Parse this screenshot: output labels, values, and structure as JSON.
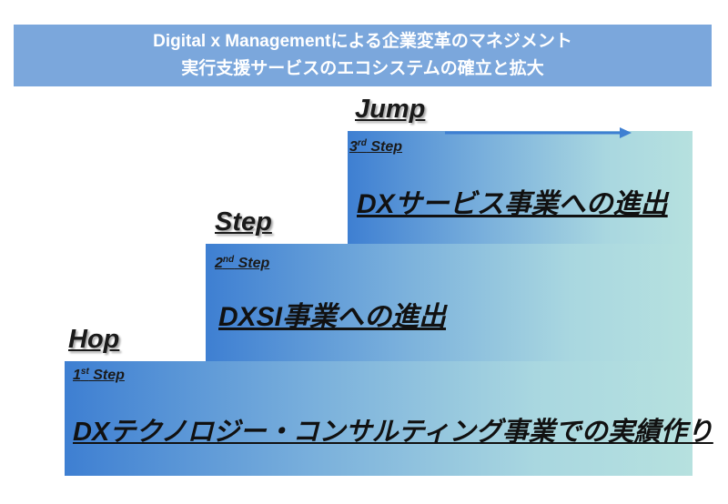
{
  "header": {
    "line1": "Digital x Managementによる企業変革のマネジメント",
    "line2": "実行支援サービスのエコシステムの確立と拡大"
  },
  "stages": [
    {
      "label": "Hop",
      "step_num": "1",
      "step_sup": "st",
      "step_word": " Step",
      "description": "DXテクノロジー・コンサルティング事業での実績作り"
    },
    {
      "label": "Step",
      "step_num": "2",
      "step_sup": "nd",
      "step_word": " Step",
      "description": "DXSI事業への進出"
    },
    {
      "label": "Jump",
      "step_num": "3",
      "step_sup": "rd",
      "step_word": " Step",
      "description": "DXサービス事業への進出"
    }
  ],
  "colors": {
    "header_bg": "#7ba7dc",
    "block_start": "#3e7fd2",
    "block_end": "#b6e1df",
    "arrow": "#3e7fd2"
  }
}
